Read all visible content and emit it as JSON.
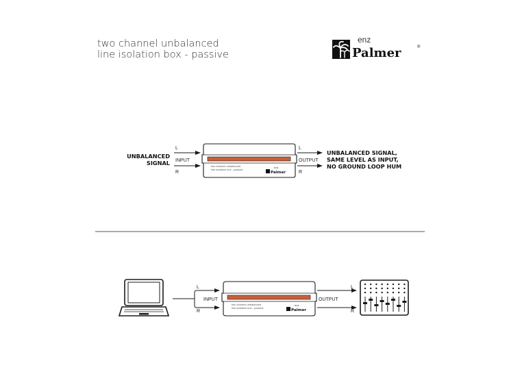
{
  "header": {
    "title_line1": "two channel unbalanced",
    "title_line2": "line isolation box - passive"
  },
  "logo": {
    "prefix": "enz",
    "name": "Palmer",
    "registered": "®"
  },
  "diagram1": {
    "left_label_line1": "UNBALANCED",
    "left_label_line2": "SIGNAL",
    "input_label": "INPUT",
    "output_label": "OUTPUT",
    "channel_l": "L",
    "channel_r": "R",
    "right_label_line1": "UNBALANCED SIGNAL,",
    "right_label_line2": "SAME LEVEL AS INPUT,",
    "right_label_line3": "NO GROUND LOOP HUM",
    "device_text_line1": "two channel unbalanced",
    "device_text_line2": "line isolation box - passive",
    "device_logo_prefix": "enz",
    "device_logo_name": "Palmer"
  },
  "diagram2": {
    "input_label": "INPUT",
    "output_label": "OUTPUT",
    "channel_l": "L",
    "channel_r": "R",
    "device_text_line1": "two channel unbalanced",
    "device_text_line2": "line isolation box - passive",
    "device_logo_prefix": "enz",
    "device_logo_name": "Palmer"
  },
  "colors": {
    "accent_stripe": "#c8603a",
    "line": "#1a1a1a",
    "divider": "#555555"
  },
  "icons": [
    "palm-tree-icon",
    "laptop-icon",
    "mixer-icon"
  ]
}
